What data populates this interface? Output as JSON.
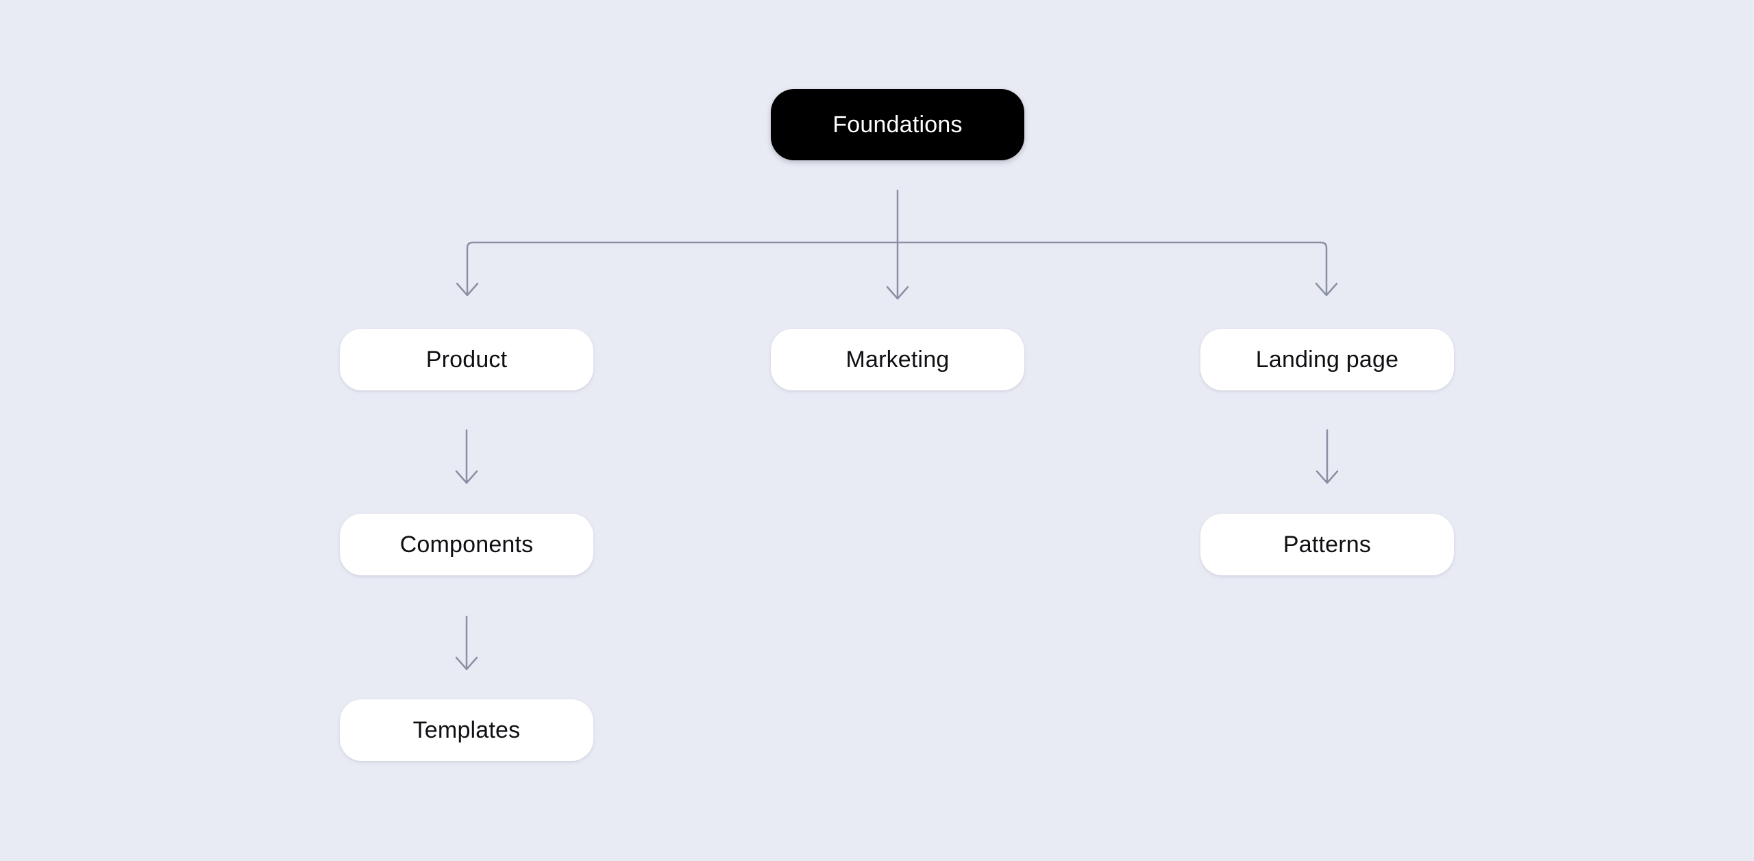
{
  "colors": {
    "background": "#E9EBF4",
    "node_bg": "#FFFFFF",
    "node_text": "#101014",
    "root_bg": "#000000",
    "root_text": "#FFFFFF",
    "connector": "#8A90A3"
  },
  "diagram": {
    "type": "sitemap-flowchart",
    "nodes": {
      "foundations": {
        "label": "Foundations",
        "level": 0,
        "style": "root-black-pill"
      },
      "product": {
        "label": "Product",
        "level": 1
      },
      "marketing": {
        "label": "Marketing",
        "level": 1
      },
      "landing_page": {
        "label": "Landing page",
        "level": 1
      },
      "components": {
        "label": "Components",
        "level": 2
      },
      "patterns": {
        "label": "Patterns",
        "level": 2
      },
      "templates": {
        "label": "Templates",
        "level": 3
      }
    },
    "edges": [
      {
        "from": "Foundations",
        "to": "Product"
      },
      {
        "from": "Foundations",
        "to": "Marketing"
      },
      {
        "from": "Foundations",
        "to": "Landing page"
      },
      {
        "from": "Product",
        "to": "Components"
      },
      {
        "from": "Components",
        "to": "Templates"
      },
      {
        "from": "Landing page",
        "to": "Patterns"
      }
    ]
  }
}
